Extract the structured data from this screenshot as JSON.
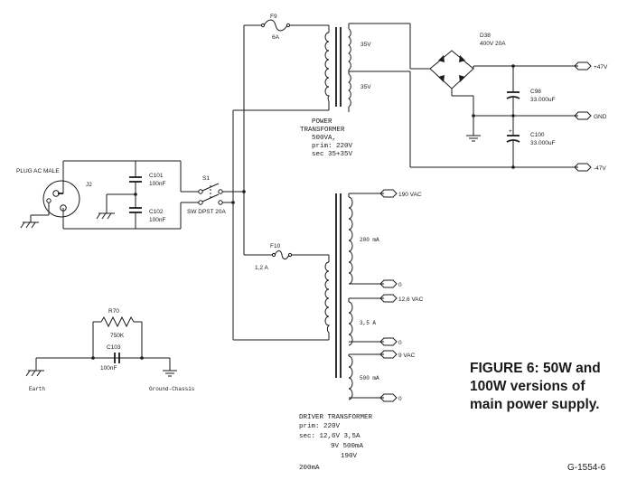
{
  "figure": {
    "caption_lines": [
      "FIGURE 6: 50W and",
      "100W versions of",
      "main power supply."
    ],
    "code": "G-1554-6"
  },
  "labels": {
    "plug": "PLUG AC MALE",
    "j2": "J2",
    "c101": "C101",
    "c101_val": "100nF",
    "c102": "C102",
    "c102_val": "100nF",
    "s1": "S1",
    "s1_desc": "SW DPST 20A",
    "f9": "F9",
    "f9_val": "6A",
    "f10": "F10",
    "f10_val": "1,2 A",
    "sec1": "35V",
    "sec2": "35V",
    "d38": "D38",
    "d38_val": "400V 20A",
    "c98": "C98",
    "c98_val": "33.000uF",
    "c100": "C100",
    "c100_val": "33.000uF",
    "out_pos": "+47V",
    "out_gnd": "GND",
    "out_neg": "-47V",
    "pt_lines": [
      "POWER",
      "TRANSFORMER",
      "500VA,",
      "prim: 220V",
      "sec 35+35V"
    ],
    "t190": "190 VAC",
    "t200ma": "200 mA",
    "t0a": "0",
    "t126": "12,6 VAC",
    "t35a": "3,5 A",
    "t0b": "0",
    "t9": "9 VAC",
    "t500ma": "500 mA",
    "t0c": "0",
    "r70": "R70",
    "r70_val": "750K",
    "c103": "C103",
    "c103_val": "100nF",
    "earth": "Earth",
    "ground_chassis": "Ground-Chassis",
    "dt_lines": [
      "DRIVER TRANSFORMER",
      "prim: 220V",
      "sec:   12,6V 3,5A",
      "9V 500mA",
      "190V",
      "200mA"
    ]
  }
}
